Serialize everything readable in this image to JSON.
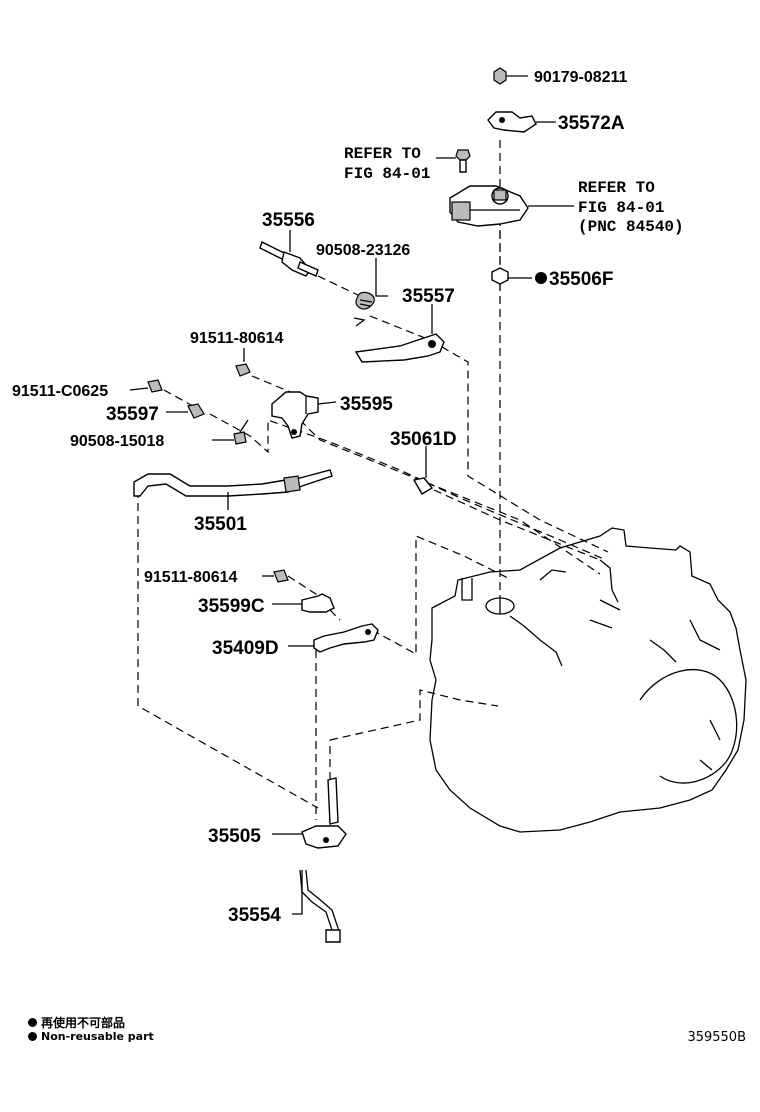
{
  "parts": {
    "p90179": "90179-08211",
    "p35572A": "35572A",
    "refer1_l1": "REFER TO",
    "refer1_l2": "FIG 84-01",
    "refer2_l1": "REFER TO",
    "refer2_l2": "FIG 84-01",
    "refer2_l3": "(PNC 84540)",
    "p35506F": "35506F",
    "p35556": "35556",
    "p90508_23126": "90508-23126",
    "p35557": "35557",
    "p91511_80614_a": "91511-80614",
    "p91511_C0625": "91511-C0625",
    "p35597": "35597",
    "p35595": "35595",
    "p90508_15018": "90508-15018",
    "p35061D": "35061D",
    "p35501": "35501",
    "p91511_80614_b": "91511-80614",
    "p35599C": "35599C",
    "p35409D": "35409D",
    "p35505": "35505",
    "p35554": "35554"
  },
  "legend": {
    "chinese": "再使用不可部品",
    "english": "Non-reusable part"
  },
  "figure_code": "359550B"
}
